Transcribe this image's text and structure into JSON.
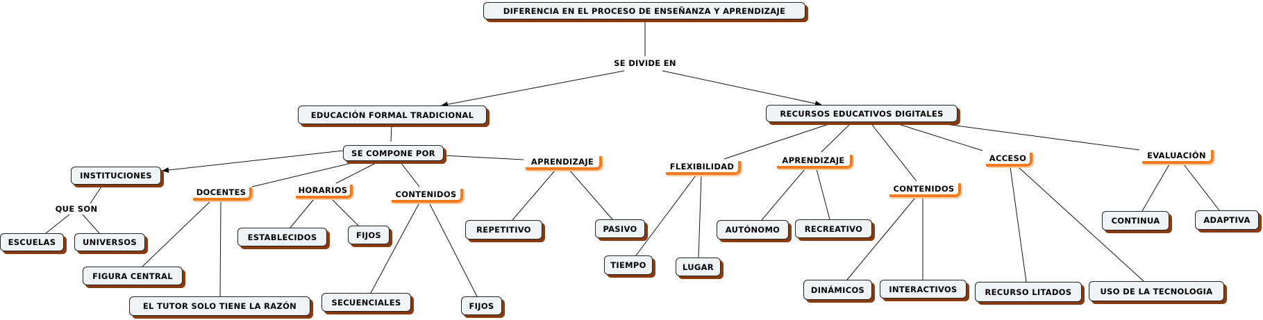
{
  "title": "DIFERENCIA EN EL PROCESO DE ENSEÑANZA Y APRENDIZAJE",
  "links": {
    "se_divide_en": "SE DIVIDE EN",
    "se_compone_por": "SE COMPONE POR",
    "que_son": "QUE SON"
  },
  "left": {
    "title": "EDUCACIÓN FORMAL TRADICIONAL",
    "instituciones": "INSTITUCIONES",
    "escuelas": "ESCUELAS",
    "universos": "UNIVERSOS",
    "docentes": "DOCENTES",
    "figura_central": "FIGURA CENTRAL",
    "tutor": "EL TUTOR SOLO TIENE LA RAZÓN",
    "horarios": "HORARIOS",
    "establecidos": "ESTABLECIDOS",
    "horarios_fijos": "FIJOS",
    "contenidos": "CONTENIDOS",
    "secuenciales": "SECUENCIALES",
    "contenidos_fijos": "FIJOS",
    "aprendizaje": "APRENDIZAJE",
    "repetitivo": "REPETITIVO",
    "pasivo": "PASIVO"
  },
  "right": {
    "title": "RECURSOS EDUCATIVOS DIGITALES",
    "flexibilidad": "FLEXIBILIDAD",
    "tiempo": "TIEMPO",
    "lugar": "LUGAR",
    "aprendizaje": "APRENDIZAJE",
    "autonomo": "AUTÓNOMO",
    "recreativo": "RECREATIVO",
    "contenidos": "CONTENIDOS",
    "dinamicos": "DINÁMICOS",
    "interactivos": "INTERACTIVOS",
    "acceso": "ACCESO",
    "recurso_litados": "RECURSO LITADOS",
    "uso_tecnologia": "USO DE LA TECNOLOGIA",
    "evaluacion": "EVALUACIÓN",
    "continua": "CONTINUA",
    "adaptiva": "ADAPTIVA"
  },
  "colors": {
    "box_fill": "#eef3f5",
    "shadow": "#8a3a10",
    "accent": "#f47a20"
  }
}
